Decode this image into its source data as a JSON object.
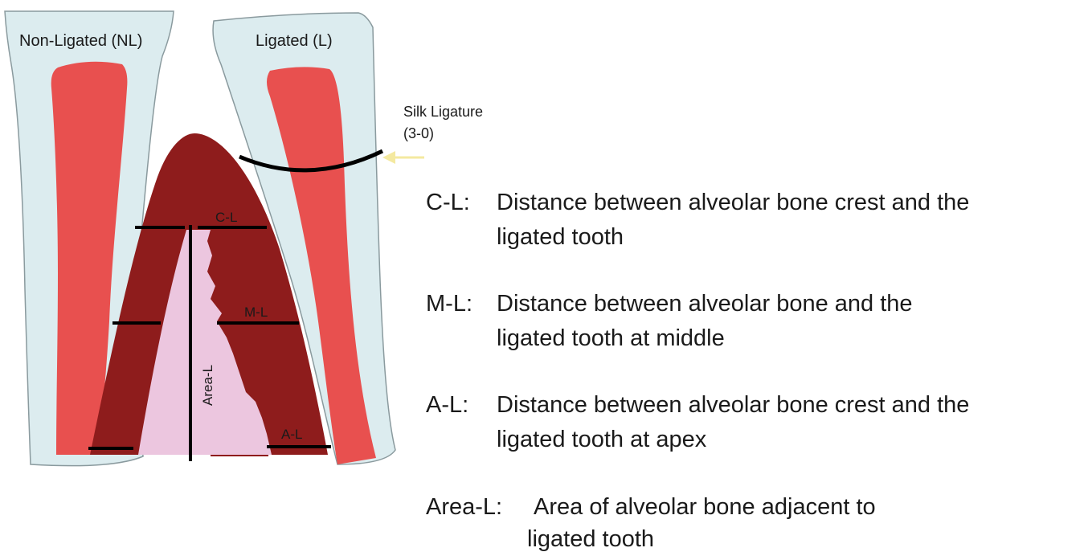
{
  "labels": {
    "non_ligated": "Non-Ligated (NL)",
    "ligated": "Ligated (L)",
    "silk_ligature_line1": "Silk Ligature",
    "silk_ligature_line2": "(3-0)",
    "cl": "C-L",
    "ml": "M-L",
    "al": "A-L",
    "area": "Area-L"
  },
  "definitions": [
    {
      "code": "C-L:",
      "line1": "Distance between alveolar bone crest and the",
      "line2": "ligated tooth"
    },
    {
      "code": "M-L:",
      "line1": "Distance between alveolar bone and the",
      "line2": "ligated tooth at middle"
    },
    {
      "code": "A-L:",
      "line1": "Distance between alveolar bone crest and the",
      "line2": "ligated tooth at apex"
    },
    {
      "code": "Area-L:",
      "line1": "Area of alveolar bone adjacent to",
      "line2": "ligated tooth"
    }
  ],
  "colors": {
    "tooth_outline": "#dcecef",
    "root_canal": "#e8504f",
    "bone": "#8e1c1c",
    "area_fill": "#ecc6df",
    "ligature_arrow": "#f4e9a0",
    "line": "#000000"
  }
}
